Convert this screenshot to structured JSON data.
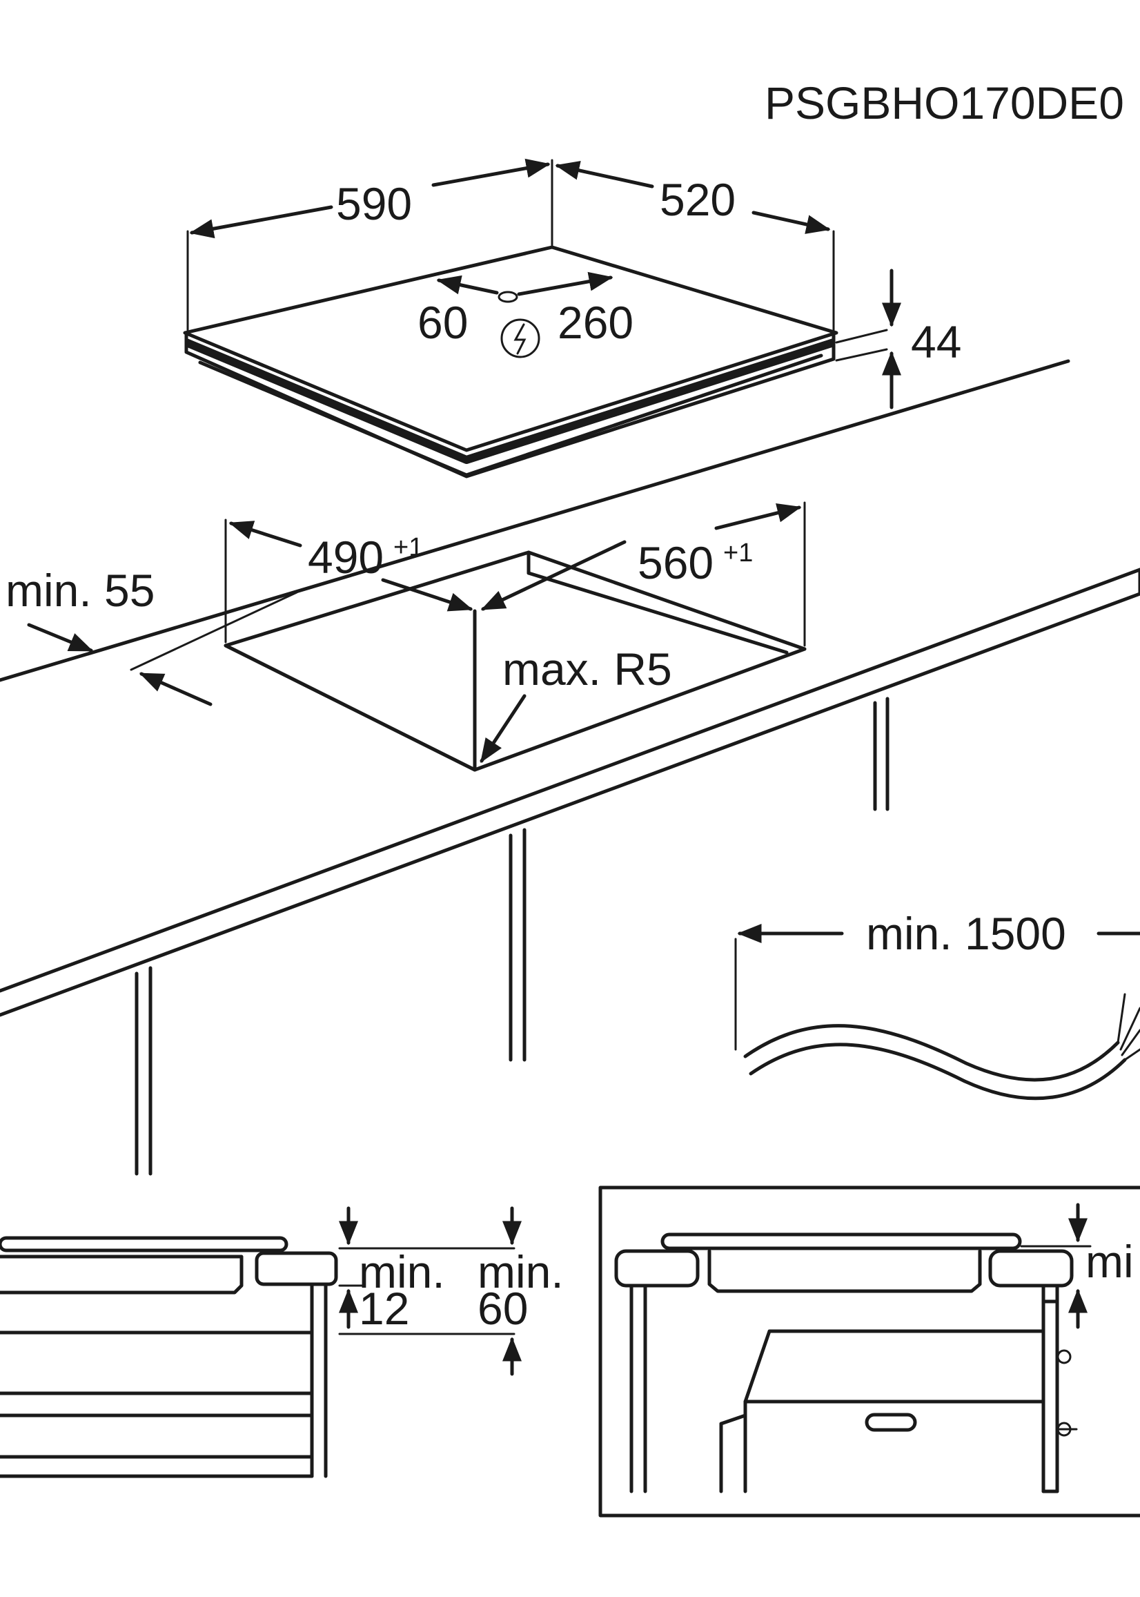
{
  "model_code": "PSGBHO170DE0",
  "dimensions": {
    "hob_width": "590",
    "hob_depth": "520",
    "hob_height": "44",
    "power_offset_left": "60",
    "power_offset_right": "260",
    "cutout_depth": "490",
    "cutout_depth_tolerance": "+1",
    "cutout_width": "560",
    "cutout_width_tolerance": "+1",
    "front_clearance": "min. 55",
    "corner_radius": "max. R5",
    "cable_length": "min. 1500"
  },
  "section_left": {
    "clearance_a_label": "min.",
    "clearance_a_value": "12",
    "clearance_b_label": "min.",
    "clearance_b_value": "60"
  },
  "section_right": {
    "clearance_label": "mi"
  },
  "icons": {
    "power_symbol": "lightning-circle-icon"
  }
}
